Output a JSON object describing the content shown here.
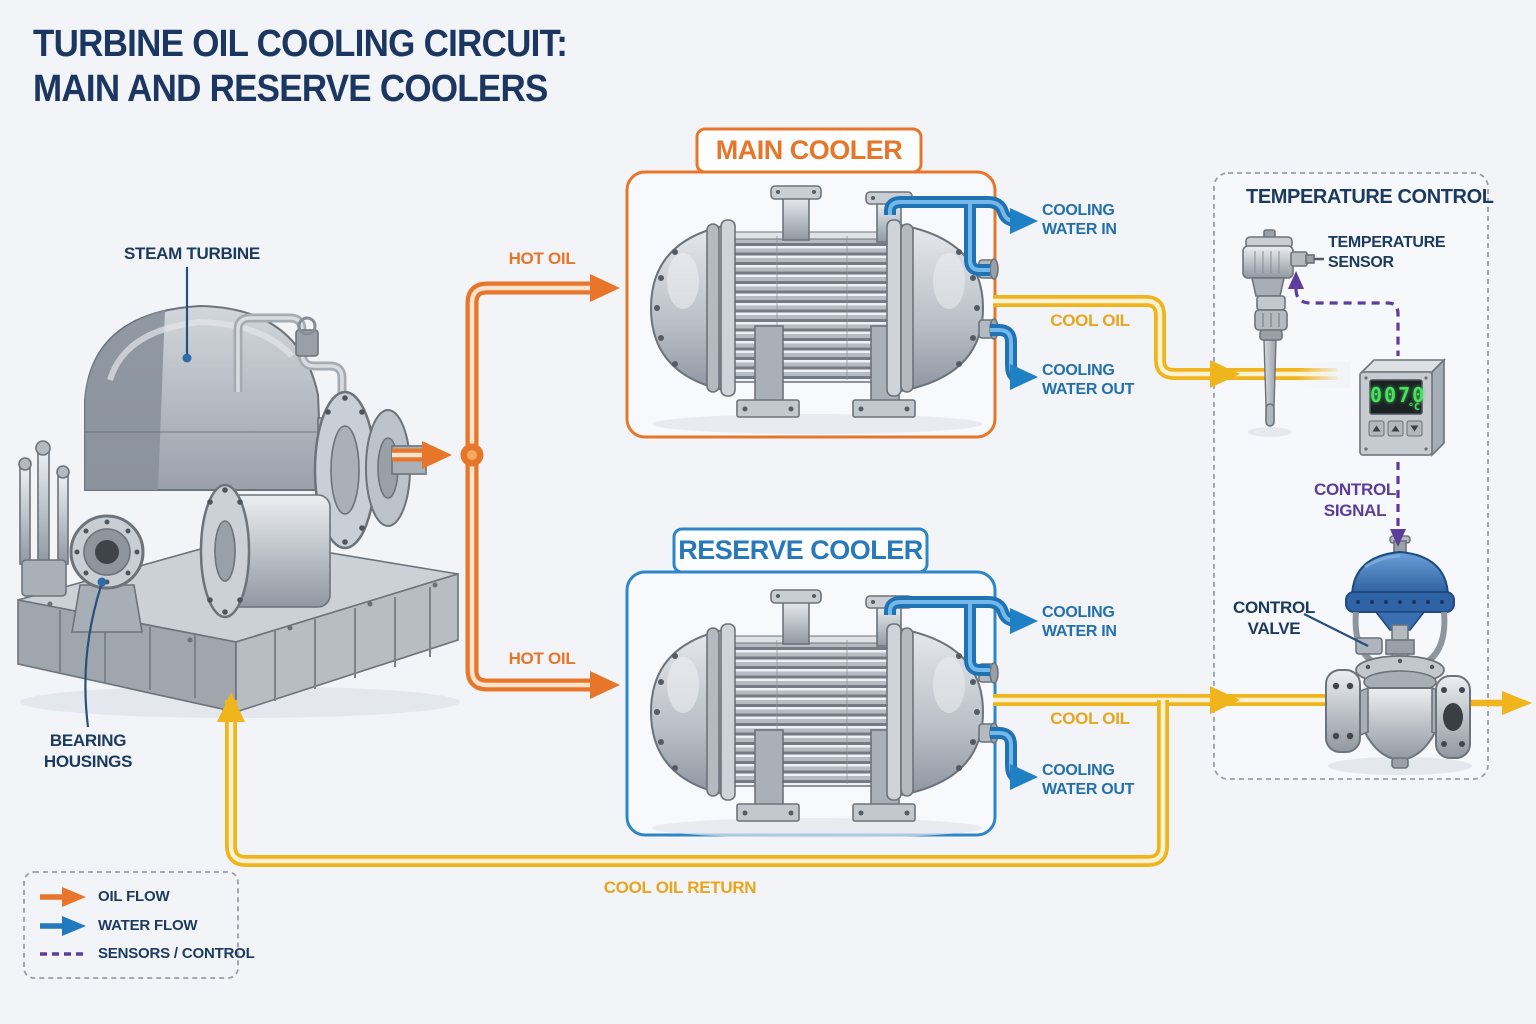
{
  "title": {
    "text": "TURBINE OIL COOLING CIRCUIT:\nMAIN AND RESERVE COOLERS"
  },
  "turbine": {
    "label": "STEAM TURBINE",
    "bearing_label": "BEARING\nHOUSINGS"
  },
  "coolers": {
    "main": {
      "title": "MAIN COOLER",
      "hot_oil_label": "HOT OIL",
      "cool_oil_label": "COOL OIL",
      "water_in_label": "COOLING\nWATER IN",
      "water_out_label": "COOLING\nWATER OUT"
    },
    "reserve": {
      "title": "RESERVE COOLER",
      "hot_oil_label": "HOT OIL",
      "cool_oil_label": "COOL OIL",
      "water_in_label": "COOLING\nWATER IN",
      "water_out_label": "COOLING\nWATER OUT"
    }
  },
  "temperature_control": {
    "title": "TEMPERATURE CONTROL",
    "sensor_label": "TEMPERATURE\nSENSOR",
    "display": {
      "value": "0070",
      "unit": "°C"
    },
    "control_signal_label": "CONTROL\nSIGNAL",
    "control_valve_label": "CONTROL\nVALVE"
  },
  "flows": {
    "cool_oil_return_label": "COOL OIL RETURN"
  },
  "legend": {
    "items": [
      {
        "id": "oil",
        "label": "OIL FLOW"
      },
      {
        "id": "water",
        "label": "WATER FLOW"
      },
      {
        "id": "control",
        "label": "SENSORS / CONTROL"
      }
    ]
  },
  "colors": {
    "oil": "#e8762a",
    "water": "#1f72b4",
    "cool_oil": "#f0b41c",
    "control_signal": "#5d3d9c",
    "label_navy": "#1c3a5e"
  }
}
